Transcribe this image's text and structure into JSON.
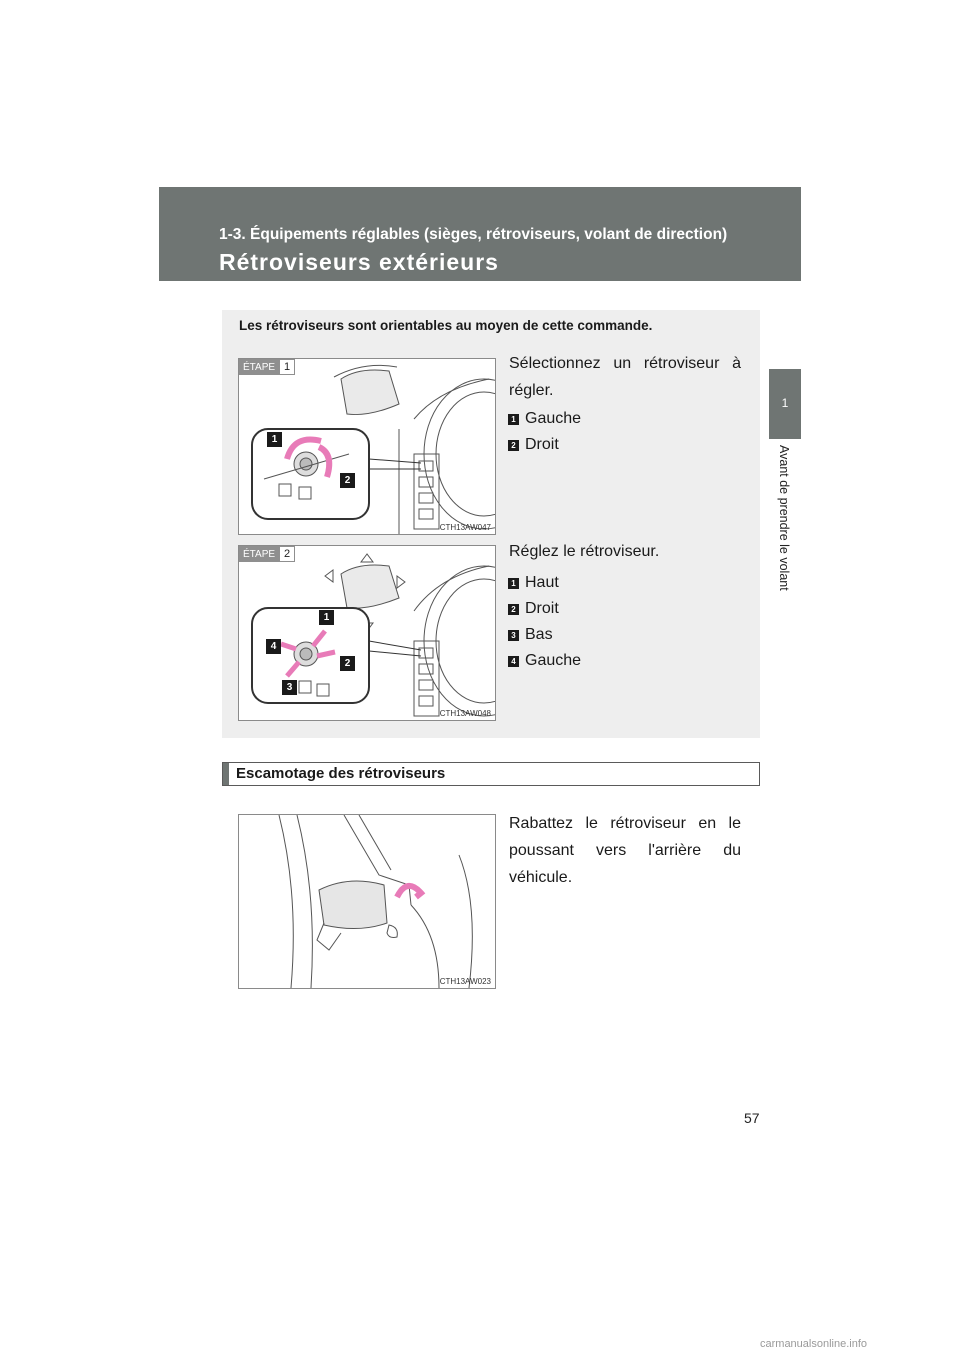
{
  "header": {
    "section": "1-3. Équipements réglables (sièges, rétroviseurs, volant de direction)",
    "title": "Rétroviseurs extérieurs"
  },
  "side_tab": {
    "number": "1",
    "label": "Avant de prendre le volant"
  },
  "instructions": {
    "intro": "Les rétroviseurs sont orientables au moyen de cette commande.",
    "steps": [
      {
        "etape_label": "ÉTAPE",
        "etape_number": "1",
        "figure_code": "CTH13AW047",
        "text": "Sélectionnez un rétroviseur à régler.",
        "items": [
          {
            "marker": "1",
            "label": "Gauche"
          },
          {
            "marker": "2",
            "label": "Droit"
          }
        ]
      },
      {
        "etape_label": "ÉTAPE",
        "etape_number": "2",
        "figure_code": "CTH13AW048",
        "text": "Réglez le rétroviseur.",
        "items": [
          {
            "marker": "1",
            "label": "Haut"
          },
          {
            "marker": "2",
            "label": "Droit"
          },
          {
            "marker": "3",
            "label": "Bas"
          },
          {
            "marker": "4",
            "label": "Gauche"
          }
        ]
      }
    ]
  },
  "fold_section": {
    "heading": "Escamotage des rétroviseurs",
    "text": "Rabattez le rétroviseur en le poussant vers l'arrière du véhicule.",
    "figure_code": "CTH13AW023"
  },
  "page_number": "57",
  "watermark": "carmanualsonline.info",
  "colors": {
    "header_bar": "#6f7573",
    "arrow_pink": "#e87bb8",
    "box_bg": "#eeeeee"
  }
}
